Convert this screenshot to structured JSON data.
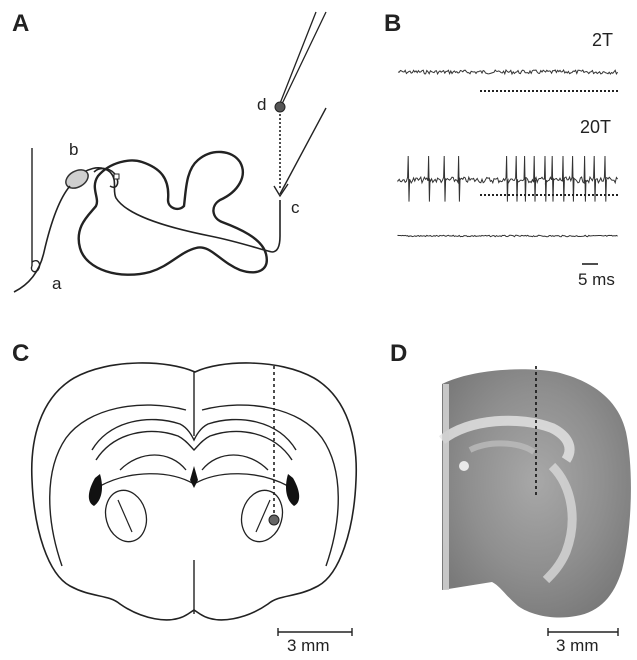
{
  "panels": {
    "A": {
      "letter": "A",
      "labels": {
        "a": "a",
        "b": "b",
        "c": "c",
        "d": "d"
      }
    },
    "B": {
      "letter": "B",
      "trace_top_label": "2T",
      "trace_bottom_label": "20T",
      "scale_bar": "5 ms"
    },
    "C": {
      "letter": "C",
      "scale_bar": "3 mm"
    },
    "D": {
      "letter": "D",
      "scale_bar": "3 mm"
    }
  },
  "colors": {
    "ink": "#222222",
    "electrode_tip": "#555555",
    "drg_fill": "#cfcfcf",
    "ventricle": "#111111",
    "tissue_dark": "#8c8c8c",
    "tissue_light": "#d8d8d8"
  }
}
